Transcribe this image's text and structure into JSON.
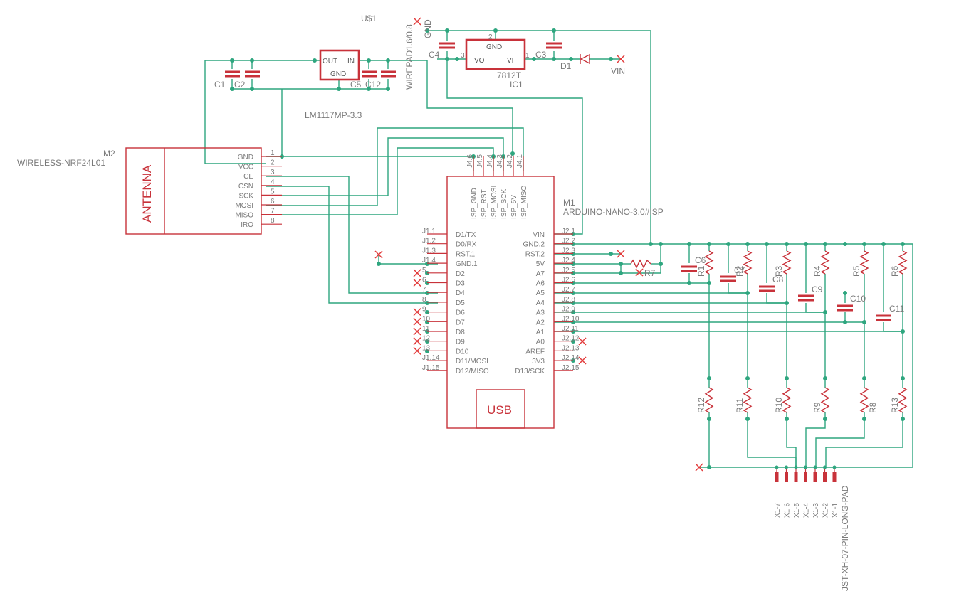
{
  "modules": {
    "us1": "U$1",
    "lm1117": "LM1117MP-3.3",
    "m2_ref": "M2",
    "m2_value": "WIRELESS-NRF24L01",
    "antenna": "ANTENNA",
    "m1_ref": "M1",
    "m1_value": "ARDUINO-NANO-3.0#ISP",
    "usb": "USB",
    "ic1_ref": "IC1",
    "ic1_value": "7812T",
    "wirepad": "WIREPAD1.6/0.8",
    "wirepad_gnd": "GND",
    "d1": "D1",
    "vin": "VIN",
    "jst": "JST-XH-07-PIN-LONG-PAD",
    "reg_out": "OUT",
    "reg_in": "IN",
    "reg_gnd": "GND",
    "ic1_gnd": "GND",
    "ic1_vo": "VO",
    "ic1_vi": "VI",
    "ic1_pin1": "1",
    "ic1_pin2": "2",
    "ic1_pin3": "3"
  },
  "capacitors": {
    "c1": "C1",
    "c2": "C2",
    "c5": "C5",
    "c12": "C12",
    "c3": "C3",
    "c4": "C4",
    "c6": "C6",
    "c7": "C7",
    "c8": "C8",
    "c9": "C9",
    "c10": "C10",
    "c11": "C11"
  },
  "resistors": {
    "r1": "R1",
    "r2": "R2",
    "r3": "R3",
    "r4": "R4",
    "r5": "R5",
    "r6": "R6",
    "r7": "R7",
    "r8": "R8",
    "r9": "R9",
    "r10": "R10",
    "r11": "R11",
    "r12": "R12",
    "r13": "R13"
  },
  "nrf_pins": [
    {
      "name": "GND",
      "num": "1"
    },
    {
      "name": "VCC",
      "num": "2"
    },
    {
      "name": "CE",
      "num": "3"
    },
    {
      "name": "CSN",
      "num": "4"
    },
    {
      "name": "SCK",
      "num": "5"
    },
    {
      "name": "MOSI",
      "num": "6"
    },
    {
      "name": "MISO",
      "num": "7"
    },
    {
      "name": "IRQ",
      "num": "8"
    }
  ],
  "isp_pins": [
    {
      "name": "ISP_GND",
      "num": "J4.6"
    },
    {
      "name": "ISP_RST",
      "num": "J4.5"
    },
    {
      "name": "ISP_MOSI",
      "num": "J4.4"
    },
    {
      "name": "ISP_SCK",
      "num": "J4.3"
    },
    {
      "name": "ISP_5V",
      "num": "J4.2"
    },
    {
      "name": "ISP_MISO",
      "num": "J4.1"
    }
  ],
  "nano_left": [
    {
      "name": "D1/TX",
      "num": "J1.1"
    },
    {
      "name": "D0/RX",
      "num": "J1.2"
    },
    {
      "name": "RST.1",
      "num": "J1.3"
    },
    {
      "name": "GND.1",
      "num": "J1.4"
    },
    {
      "name": "D2",
      "num": "5"
    },
    {
      "name": "D3",
      "num": "6"
    },
    {
      "name": "D4",
      "num": "7"
    },
    {
      "name": "D5",
      "num": "8"
    },
    {
      "name": "D6",
      "num": "9"
    },
    {
      "name": "D7",
      "num": "10"
    },
    {
      "name": "D8",
      "num": "11"
    },
    {
      "name": "D9",
      "num": "12"
    },
    {
      "name": "D10",
      "num": "13"
    },
    {
      "name": "D11/MOSI",
      "num": "J1.14"
    },
    {
      "name": "D12/MISO",
      "num": "J1.15"
    }
  ],
  "nano_right": [
    {
      "name": "VIN",
      "num": "J2.1"
    },
    {
      "name": "GND.2",
      "num": "J2.2"
    },
    {
      "name": "RST.2",
      "num": "J2.3"
    },
    {
      "name": "5V",
      "num": "J2.4"
    },
    {
      "name": "A7",
      "num": "J2.5"
    },
    {
      "name": "A6",
      "num": "J2.6"
    },
    {
      "name": "A5",
      "num": "J2.7"
    },
    {
      "name": "A4",
      "num": "J2.8"
    },
    {
      "name": "A3",
      "num": "J2.9"
    },
    {
      "name": "A2",
      "num": "J2.10"
    },
    {
      "name": "A1",
      "num": "J2.11"
    },
    {
      "name": "A0",
      "num": "J2.12"
    },
    {
      "name": "AREF",
      "num": "J2.13"
    },
    {
      "name": "3V3",
      "num": "J2.14"
    },
    {
      "name": "D13/SCK",
      "num": "J2.15"
    }
  ],
  "jst_pins": [
    "X1-7",
    "X1-6",
    "X1-5",
    "X1-4",
    "X1-3",
    "X1-2",
    "X1-1"
  ]
}
